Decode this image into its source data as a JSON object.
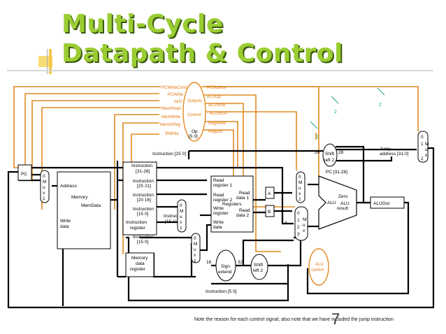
{
  "title": {
    "line1": "Multi-Cycle",
    "line2": "Datapath & Control"
  },
  "control_signals": [
    "PCWriteCond",
    "PCWrite",
    "IorD",
    "MemRead",
    "MemWrite",
    "MemtoReg",
    "IRWrite",
    "PCSource",
    "ALUOp",
    "ALUSrcB",
    "ALUSrcA",
    "RegWrite",
    "RegDst"
  ],
  "control_unit": {
    "outputs_label": "Outputs",
    "name": "Control",
    "op_label": "Op",
    "op_bits": "[5  0]"
  },
  "bus_width": "2",
  "pc_label": "PC",
  "memory": {
    "address": "Address",
    "memory": "Memory",
    "memdata": "MemData",
    "write1": "Write",
    "write2": "data"
  },
  "instruction_register": {
    "f1a": "Instruction",
    "f1b": "[31-26]",
    "f2a": "Instruction",
    "f2b": "[25  21]",
    "f3a": "Instruction",
    "f3b": "[20  16]",
    "f4a": "Instruction",
    "f4b": "[15  0]",
    "ir1": "Instruction",
    "ir2": "register",
    "f5a": "Instruction",
    "f5b": "[15  0]",
    "f6a": "Instruction",
    "f6b": "[15  11]"
  },
  "mdr": {
    "l1": "Memory",
    "l2": "data",
    "l3": "register"
  },
  "registers": {
    "rr1a": "Read",
    "rr1b": "register 1",
    "rr2a": "Read",
    "rr2b": "register 2",
    "wra": "Write",
    "wrb": "register",
    "wda": "Write",
    "wdb": "data",
    "rd1a": "Read",
    "rd1b": "data 1",
    "rd2a": "Read",
    "rd2b": "data 2",
    "name": "Registers"
  },
  "reg_a": "A",
  "reg_b": "B",
  "sign_extend": {
    "l1": "Sign",
    "l2": "extend",
    "in_bits": "16",
    "out_bits": "32"
  },
  "shift_left2_lower": {
    "l1": "Shift",
    "l2": "left 2"
  },
  "shift_left2_upper": {
    "l1": "Shift",
    "l2": "left 2",
    "in_bits": "26",
    "out_bits": "28"
  },
  "alu": {
    "zero": "Zero",
    "alu_left": "ALU",
    "alu_result1": "ALU",
    "alu_result2": "result"
  },
  "alu_control": {
    "l1": "ALU",
    "l2": "control"
  },
  "aluout": "ALUOut",
  "jump_address": {
    "l1": "Jump",
    "l2": "address [31-0]"
  },
  "pc_bits": "PC [31-28]",
  "instr_25_0": "Instruction [25  0]",
  "instr_5_0": "Instruction [5  0]",
  "mux_letters": {
    "m": "M",
    "u": "u",
    "x": "x"
  },
  "mux_inputs": {
    "zero": "0",
    "one": "1",
    "two": "2",
    "three": "3",
    "four": "4"
  },
  "note": "Note the reason for each control signal; also note that we have included the jump instruction",
  "page_number": "7"
}
